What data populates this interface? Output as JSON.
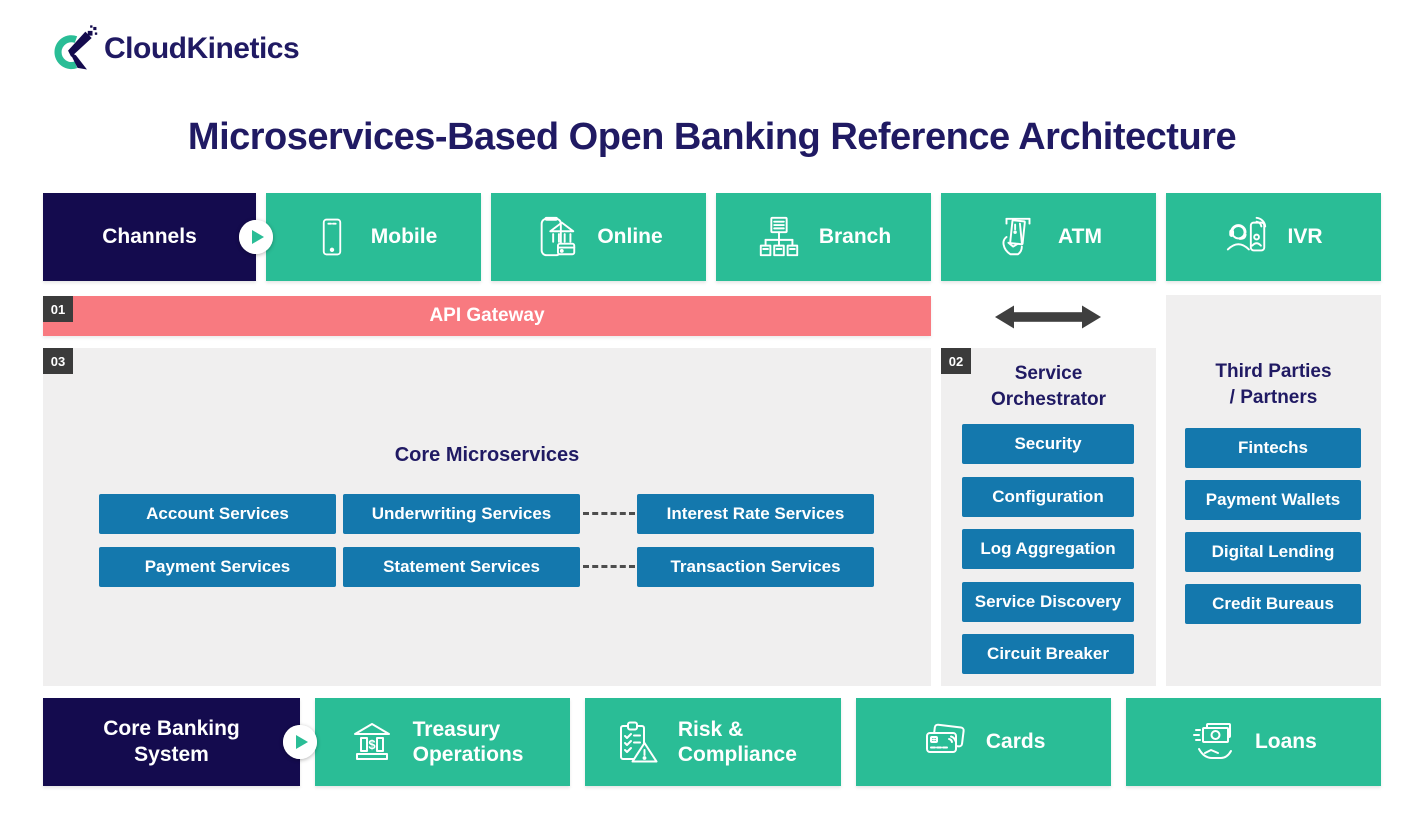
{
  "brand": {
    "name": "CloudKinetics"
  },
  "title": "Microservices-Based Open Banking Reference Architecture",
  "channels": {
    "header": "Channels",
    "items": [
      {
        "label": "Mobile",
        "icon": "mobile-icon"
      },
      {
        "label": "Online",
        "icon": "online-banking-icon"
      },
      {
        "label": "Branch",
        "icon": "branch-icon"
      },
      {
        "label": "ATM",
        "icon": "atm-icon"
      },
      {
        "label": "IVR",
        "icon": "ivr-icon"
      }
    ]
  },
  "api_gateway": {
    "badge": "01",
    "label": "API Gateway"
  },
  "core_microservices": {
    "badge": "03",
    "title": "Core Microservices",
    "rows": [
      [
        "Account Services",
        "Underwriting Services",
        "Interest Rate Services"
      ],
      [
        "Payment Services",
        "Statement Services",
        "Transaction Services"
      ]
    ]
  },
  "service_orchestrator": {
    "badge": "02",
    "title_lines": [
      "Service",
      "Orchestrator"
    ],
    "items": [
      "Security",
      "Configuration",
      "Log Aggregation",
      "Service Discovery",
      "Circuit Breaker"
    ]
  },
  "third_parties": {
    "title_lines": [
      "Third Parties",
      "/ Partners"
    ],
    "items": [
      "Fintechs",
      "Payment Wallets",
      "Digital Lending",
      "Credit Bureaus"
    ]
  },
  "core_banking": {
    "header": "Core Banking System",
    "items": [
      {
        "label": "Treasury Operations",
        "icon": "treasury-icon"
      },
      {
        "label": "Risk & Compliance",
        "icon": "risk-compliance-icon"
      },
      {
        "label": "Cards",
        "icon": "cards-icon"
      },
      {
        "label": "Loans",
        "icon": "loans-icon"
      }
    ]
  },
  "colors": {
    "navy": "#140b4e",
    "title-navy": "#201a63",
    "green": "#2abd96",
    "pink": "#f87a80",
    "blue": "#1478ad",
    "badge": "#3b3b3b",
    "panel": "#f0efef",
    "arrow": "#3f3f3f"
  }
}
